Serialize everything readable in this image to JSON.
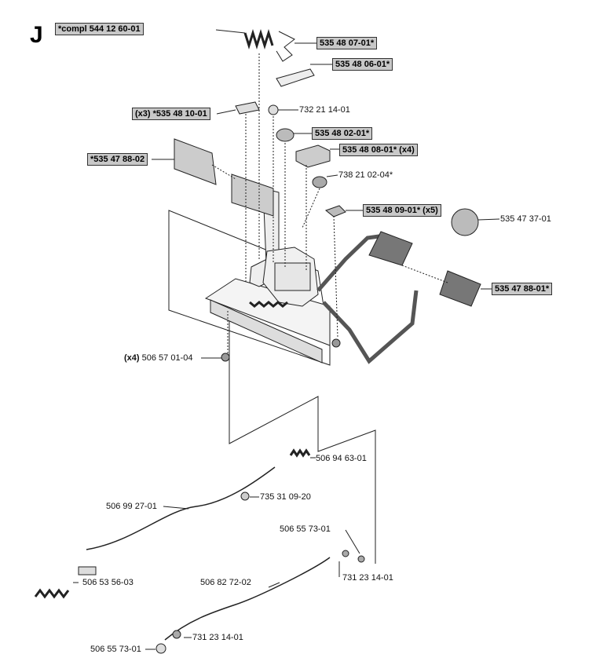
{
  "section_letter": "J",
  "header_box": "*compl 544 12 60-01",
  "parts": [
    {
      "id": "p1",
      "text": "535 48 07-01*",
      "boxed": true
    },
    {
      "id": "p2",
      "text": "535 48 06-01*",
      "boxed": true
    },
    {
      "id": "p3",
      "prefix": "(x3)",
      "text": "*535 48 10-01",
      "boxed": true
    },
    {
      "id": "p4",
      "text": "732 21 14-01",
      "boxed": false
    },
    {
      "id": "p5",
      "text": "535 48 02-01*",
      "boxed": true
    },
    {
      "id": "p6",
      "text": "535 48 08-01* (x4)",
      "boxed": true
    },
    {
      "id": "p7",
      "text": "*535 47 88-02",
      "boxed": true
    },
    {
      "id": "p8",
      "text": "738 21 02-04*",
      "boxed": false
    },
    {
      "id": "p9",
      "text": "535 48 09-01* (x5)",
      "boxed": true
    },
    {
      "id": "p10",
      "text": "535 47 37-01",
      "boxed": false
    },
    {
      "id": "p11",
      "text": "535 47 88-01*",
      "boxed": true
    },
    {
      "id": "p12",
      "prefix": "(x4)",
      "text": "506 57 01-04",
      "boxed": false
    },
    {
      "id": "p13",
      "text": "506 94 63-01",
      "boxed": false
    },
    {
      "id": "p14",
      "text": "735 31 09-20",
      "boxed": false
    },
    {
      "id": "p15",
      "text": "506 99 27-01",
      "boxed": false
    },
    {
      "id": "p16",
      "text": "506 55 73-01",
      "boxed": false
    },
    {
      "id": "p17",
      "text": "506 53 56-03",
      "boxed": false
    },
    {
      "id": "p18",
      "text": "506 82 72-02",
      "boxed": false
    },
    {
      "id": "p19",
      "text": "731 23 14-01",
      "boxed": false
    },
    {
      "id": "p20",
      "text": "731 23 14-01",
      "boxed": false
    },
    {
      "id": "p21",
      "text": "506 55 73-01",
      "boxed": false
    }
  ]
}
